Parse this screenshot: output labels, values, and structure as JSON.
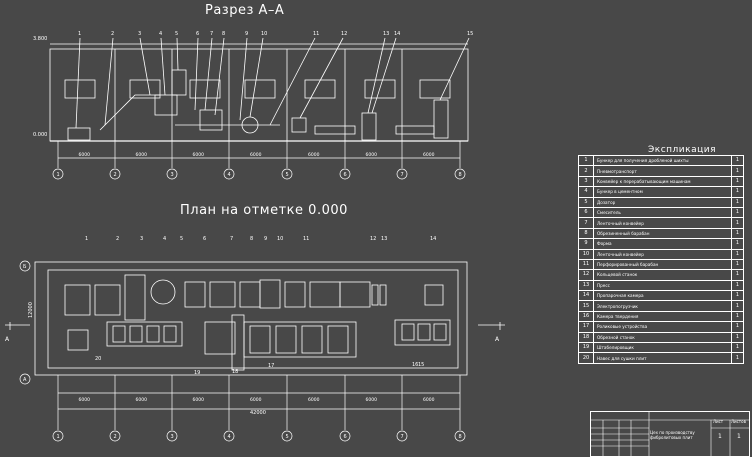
{
  "titles": {
    "section": "Разрез А–А",
    "plan": "План на отметке 0.000",
    "explication": "Экспликация"
  },
  "elevations": {
    "top": "3.800",
    "floor": "0.000"
  },
  "section_labels": [
    "1",
    "2",
    "3",
    "4",
    "5",
    "6",
    "7",
    "8",
    "9",
    "10",
    "11",
    "12",
    "13",
    "14",
    "15"
  ],
  "plan_labels": [
    "1",
    "2",
    "3",
    "4",
    "5",
    "6",
    "7",
    "8",
    "9",
    "10",
    "11",
    "12",
    "13",
    "14",
    "15",
    "16",
    "17",
    "18",
    "19",
    "20"
  ],
  "axis_labels": [
    "1",
    "2",
    "3",
    "4",
    "5",
    "6",
    "7",
    "8"
  ],
  "row_labels": [
    "Б",
    "А"
  ],
  "section_marker": "А",
  "dims_section": [
    "6000",
    "6000",
    "6000",
    "6000",
    "6000",
    "6000",
    "6000"
  ],
  "dims_plan": [
    "6000",
    "6000",
    "6000",
    "6000",
    "6000",
    "6000",
    "6000"
  ],
  "dim_total": "42000",
  "dim_width": "12000",
  "explication": [
    {
      "n": "1",
      "name": "Бункер для получения дробленой шихты",
      "q": "1"
    },
    {
      "n": "2",
      "name": "Пневмотранспорт",
      "q": "1"
    },
    {
      "n": "3",
      "name": "Конвейер к перерабатывающим машинам",
      "q": "1"
    },
    {
      "n": "4",
      "name": "Бункер в цементном",
      "q": "1"
    },
    {
      "n": "5",
      "name": "Дозатор",
      "q": "1"
    },
    {
      "n": "6",
      "name": "Смеситель",
      "q": "1"
    },
    {
      "n": "7",
      "name": "Ленточный конвейер",
      "q": "1"
    },
    {
      "n": "8",
      "name": "Обрезиненный барабан",
      "q": "1"
    },
    {
      "n": "9",
      "name": "Форма",
      "q": "1"
    },
    {
      "n": "10",
      "name": "Ленточный конвейер",
      "q": "1"
    },
    {
      "n": "11",
      "name": "Перфорированный барабан",
      "q": "1"
    },
    {
      "n": "12",
      "name": "Кольцевой станок",
      "q": "1"
    },
    {
      "n": "13",
      "name": "Пресс",
      "q": "1"
    },
    {
      "n": "14",
      "name": "Пропарочная камера",
      "q": "1"
    },
    {
      "n": "15",
      "name": "Электропогрузчик",
      "q": "1"
    },
    {
      "n": "16",
      "name": "Камера твердения",
      "q": "1"
    },
    {
      "n": "17",
      "name": "Роликовые устройства",
      "q": "1"
    },
    {
      "n": "18",
      "name": "Обрезной станок",
      "q": "1"
    },
    {
      "n": "19",
      "name": "Штабелировщик",
      "q": "1"
    },
    {
      "n": "20",
      "name": "Навес для сушки плит",
      "q": "1"
    }
  ],
  "stamp": {
    "text": "Цех по производству фибролитовых плит",
    "sheet_label": "Лист",
    "sheets_label": "Листов",
    "sheet": "1",
    "sheets": "1"
  },
  "colors": {
    "background": "#484848",
    "lines": "#ffffff"
  }
}
